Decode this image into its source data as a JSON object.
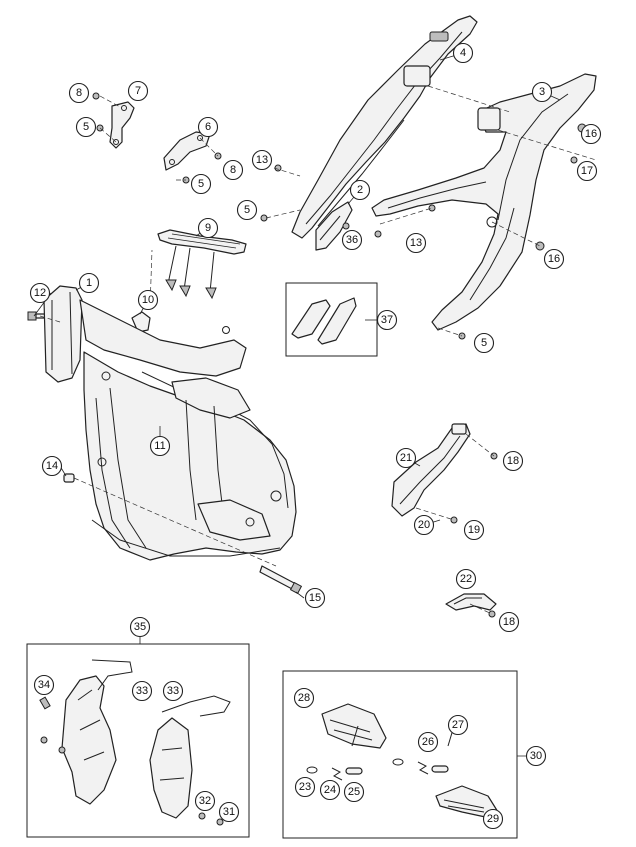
{
  "diagram": {
    "callouts": [
      {
        "id": "c1",
        "label": "1"
      },
      {
        "id": "c2",
        "label": "2"
      },
      {
        "id": "c3",
        "label": "3"
      },
      {
        "id": "c4",
        "label": "4"
      },
      {
        "id": "c5a",
        "label": "5"
      },
      {
        "id": "c5b",
        "label": "5"
      },
      {
        "id": "c5c",
        "label": "5"
      },
      {
        "id": "c5d",
        "label": "5"
      },
      {
        "id": "c6",
        "label": "6"
      },
      {
        "id": "c7",
        "label": "7"
      },
      {
        "id": "c8a",
        "label": "8"
      },
      {
        "id": "c8b",
        "label": "8"
      },
      {
        "id": "c9",
        "label": "9"
      },
      {
        "id": "c10",
        "label": "10"
      },
      {
        "id": "c11",
        "label": "11"
      },
      {
        "id": "c12",
        "label": "12"
      },
      {
        "id": "c13a",
        "label": "13"
      },
      {
        "id": "c13b",
        "label": "13"
      },
      {
        "id": "c14",
        "label": "14"
      },
      {
        "id": "c15",
        "label": "15"
      },
      {
        "id": "c16a",
        "label": "16"
      },
      {
        "id": "c16b",
        "label": "16"
      },
      {
        "id": "c17",
        "label": "17"
      },
      {
        "id": "c18a",
        "label": "18"
      },
      {
        "id": "c18b",
        "label": "18"
      },
      {
        "id": "c19",
        "label": "19"
      },
      {
        "id": "c20",
        "label": "20"
      },
      {
        "id": "c21",
        "label": "21"
      },
      {
        "id": "c22",
        "label": "22"
      },
      {
        "id": "c23",
        "label": "23"
      },
      {
        "id": "c24",
        "label": "24"
      },
      {
        "id": "c25",
        "label": "25"
      },
      {
        "id": "c26",
        "label": "26"
      },
      {
        "id": "c27",
        "label": "27"
      },
      {
        "id": "c28",
        "label": "28"
      },
      {
        "id": "c29",
        "label": "29"
      },
      {
        "id": "c30",
        "label": "30"
      },
      {
        "id": "c31",
        "label": "31"
      },
      {
        "id": "c32",
        "label": "32"
      },
      {
        "id": "c33a",
        "label": "33"
      },
      {
        "id": "c33b",
        "label": "33"
      },
      {
        "id": "c34",
        "label": "34"
      },
      {
        "id": "c35",
        "label": "35"
      },
      {
        "id": "c36",
        "label": "36"
      },
      {
        "id": "c37",
        "label": "37"
      }
    ]
  }
}
